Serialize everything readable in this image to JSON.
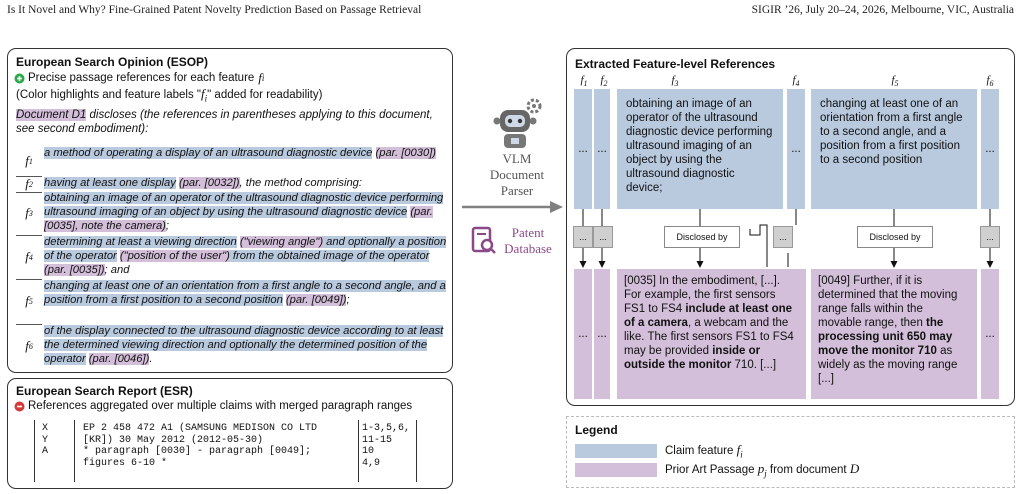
{
  "header": {
    "left": "Is It Novel and Why? Fine-Grained Patent Novelty Prediction Based on Passage Retrieval",
    "right": "SIGIR ’26, July 20–24, 2026, Melbourne, VIC, Australia"
  },
  "esop": {
    "title": "European Search Opinion (ESOP)",
    "line1": "Precise passage references for each feature",
    "line1_var": "f",
    "line1_sub": "i",
    "line2a": "(Color highlights and feature labels \"",
    "line2_var": "f",
    "line2_sub": "i",
    "line2b": "\" added for readability)",
    "intro_doc": "Document D1",
    "intro_rest": " discloses (the references in parentheses applying to this document, see second embodiment):",
    "features": [
      {
        "label": "f",
        "sub": "1",
        "t1": "a method of operating a display of an ultrasound diagnostic device",
        "t1ref": "(par. [0030])"
      },
      {
        "label": "f",
        "sub": "2",
        "t1": "having at least one display",
        "t1ref": "(par. [0032])",
        "t2": ", the method comprising:"
      },
      {
        "label": "f",
        "sub": "3",
        "t1": "obtaining an image of an operator of the ultrasound diagnostic device performing ultrasound imaging of an object by using the ultrasound diagnostic device",
        "t1ref": "(par. [0035], note the camera)",
        "t2": ";"
      },
      {
        "label": "f",
        "sub": "4",
        "t1": "determining at least a viewing direction",
        "t1ref": "(\"viewing angle\")",
        "t2": " and optionally a position of the operator",
        "t2ref": "(\"position of the user\")",
        "t3": " from the obtained image of the operator",
        "t3ref": "(par. [0035])",
        "t4": "; and"
      },
      {
        "label": "f",
        "sub": "5",
        "t1": "changing at least one of an orientation from a first angle to a second angle, and a position from a first position to a second position",
        "t1ref": "(par. [0049])",
        "t2": ";"
      },
      {
        "label": "f",
        "sub": "6",
        "t1": "of the display connected to the ultrasound diagnostic device according to at least the determined viewing direction and optionally the determined position of the operator",
        "t1ref": "(par. [0046])",
        "t2": "."
      }
    ]
  },
  "esr": {
    "title": "European Search Report (ESR)",
    "line1": "References aggregated over multiple claims with merged paragraph ranges",
    "rows": [
      {
        "cat": "X",
        "text": "EP 2 458 472 A1 (SAMSUNG MEDISON CO LTD",
        "claims": "1-3,5,6,"
      },
      {
        "cat": "",
        "text": "[KR]) 30 May 2012 (2012-05-30)",
        "claims": "11-15"
      },
      {
        "cat": "Y",
        "text": "* paragraph [0030] - paragraph [0049];",
        "claims": "10"
      },
      {
        "cat": "A",
        "text": "figures 6-10 *",
        "claims": "4,9"
      }
    ]
  },
  "middle": {
    "parser_line1": "VLM",
    "parser_line2": "Document",
    "parser_line3": "Parser",
    "db_line1": "Patent",
    "db_line2": "Database"
  },
  "extracted": {
    "title": "Extracted Feature-level References",
    "col_labels": [
      {
        "v": "f",
        "s": "1"
      },
      {
        "v": "f",
        "s": "2"
      },
      {
        "v": "f",
        "s": "3"
      },
      {
        "v": "f",
        "s": "4"
      },
      {
        "v": "f",
        "s": "5"
      },
      {
        "v": "f",
        "s": "6"
      }
    ],
    "ellipsis": "...",
    "disclosed_by": "Disclosed by",
    "f3_text": "obtaining an image of an operator of the ultrasound diagnostic device performing ultrasound imaging of an object by using the ultrasound diagnostic device;",
    "f5_text": "changing at least one of an orientation from a first angle to a second angle, and a position from a first position to a second position",
    "p3_a": "[0035] In the embodiment, [...]. For example, the first sensors FS1 to FS4 ",
    "p3_b": "include at least one of a camera",
    "p3_c": ", a webcam and the like. The first sensors FS1 to FS4 may be provided ",
    "p3_d": "inside or outside the monitor",
    "p3_e": " 710. [...]",
    "p5_a": "[0049] Further, if it is determined that the moving range falls within the movable range, then ",
    "p5_b": "the processing unit 650 may move the monitor 710",
    "p5_c": " as widely as the moving range [...]"
  },
  "legend": {
    "title": "Legend",
    "item1": "Claim feature",
    "item1_var": "f",
    "item1_sub": "i",
    "item2": "Prior Art Passage",
    "item2_var": "p",
    "item2_sub": "j",
    "item2_rest": " from document",
    "item2_doc": "D"
  },
  "colors": {
    "claim_feature": "#b9cadf",
    "prior_art": "#d4bfda",
    "green_dot": "#2aa84a",
    "red_dot": "#d23a3a"
  }
}
